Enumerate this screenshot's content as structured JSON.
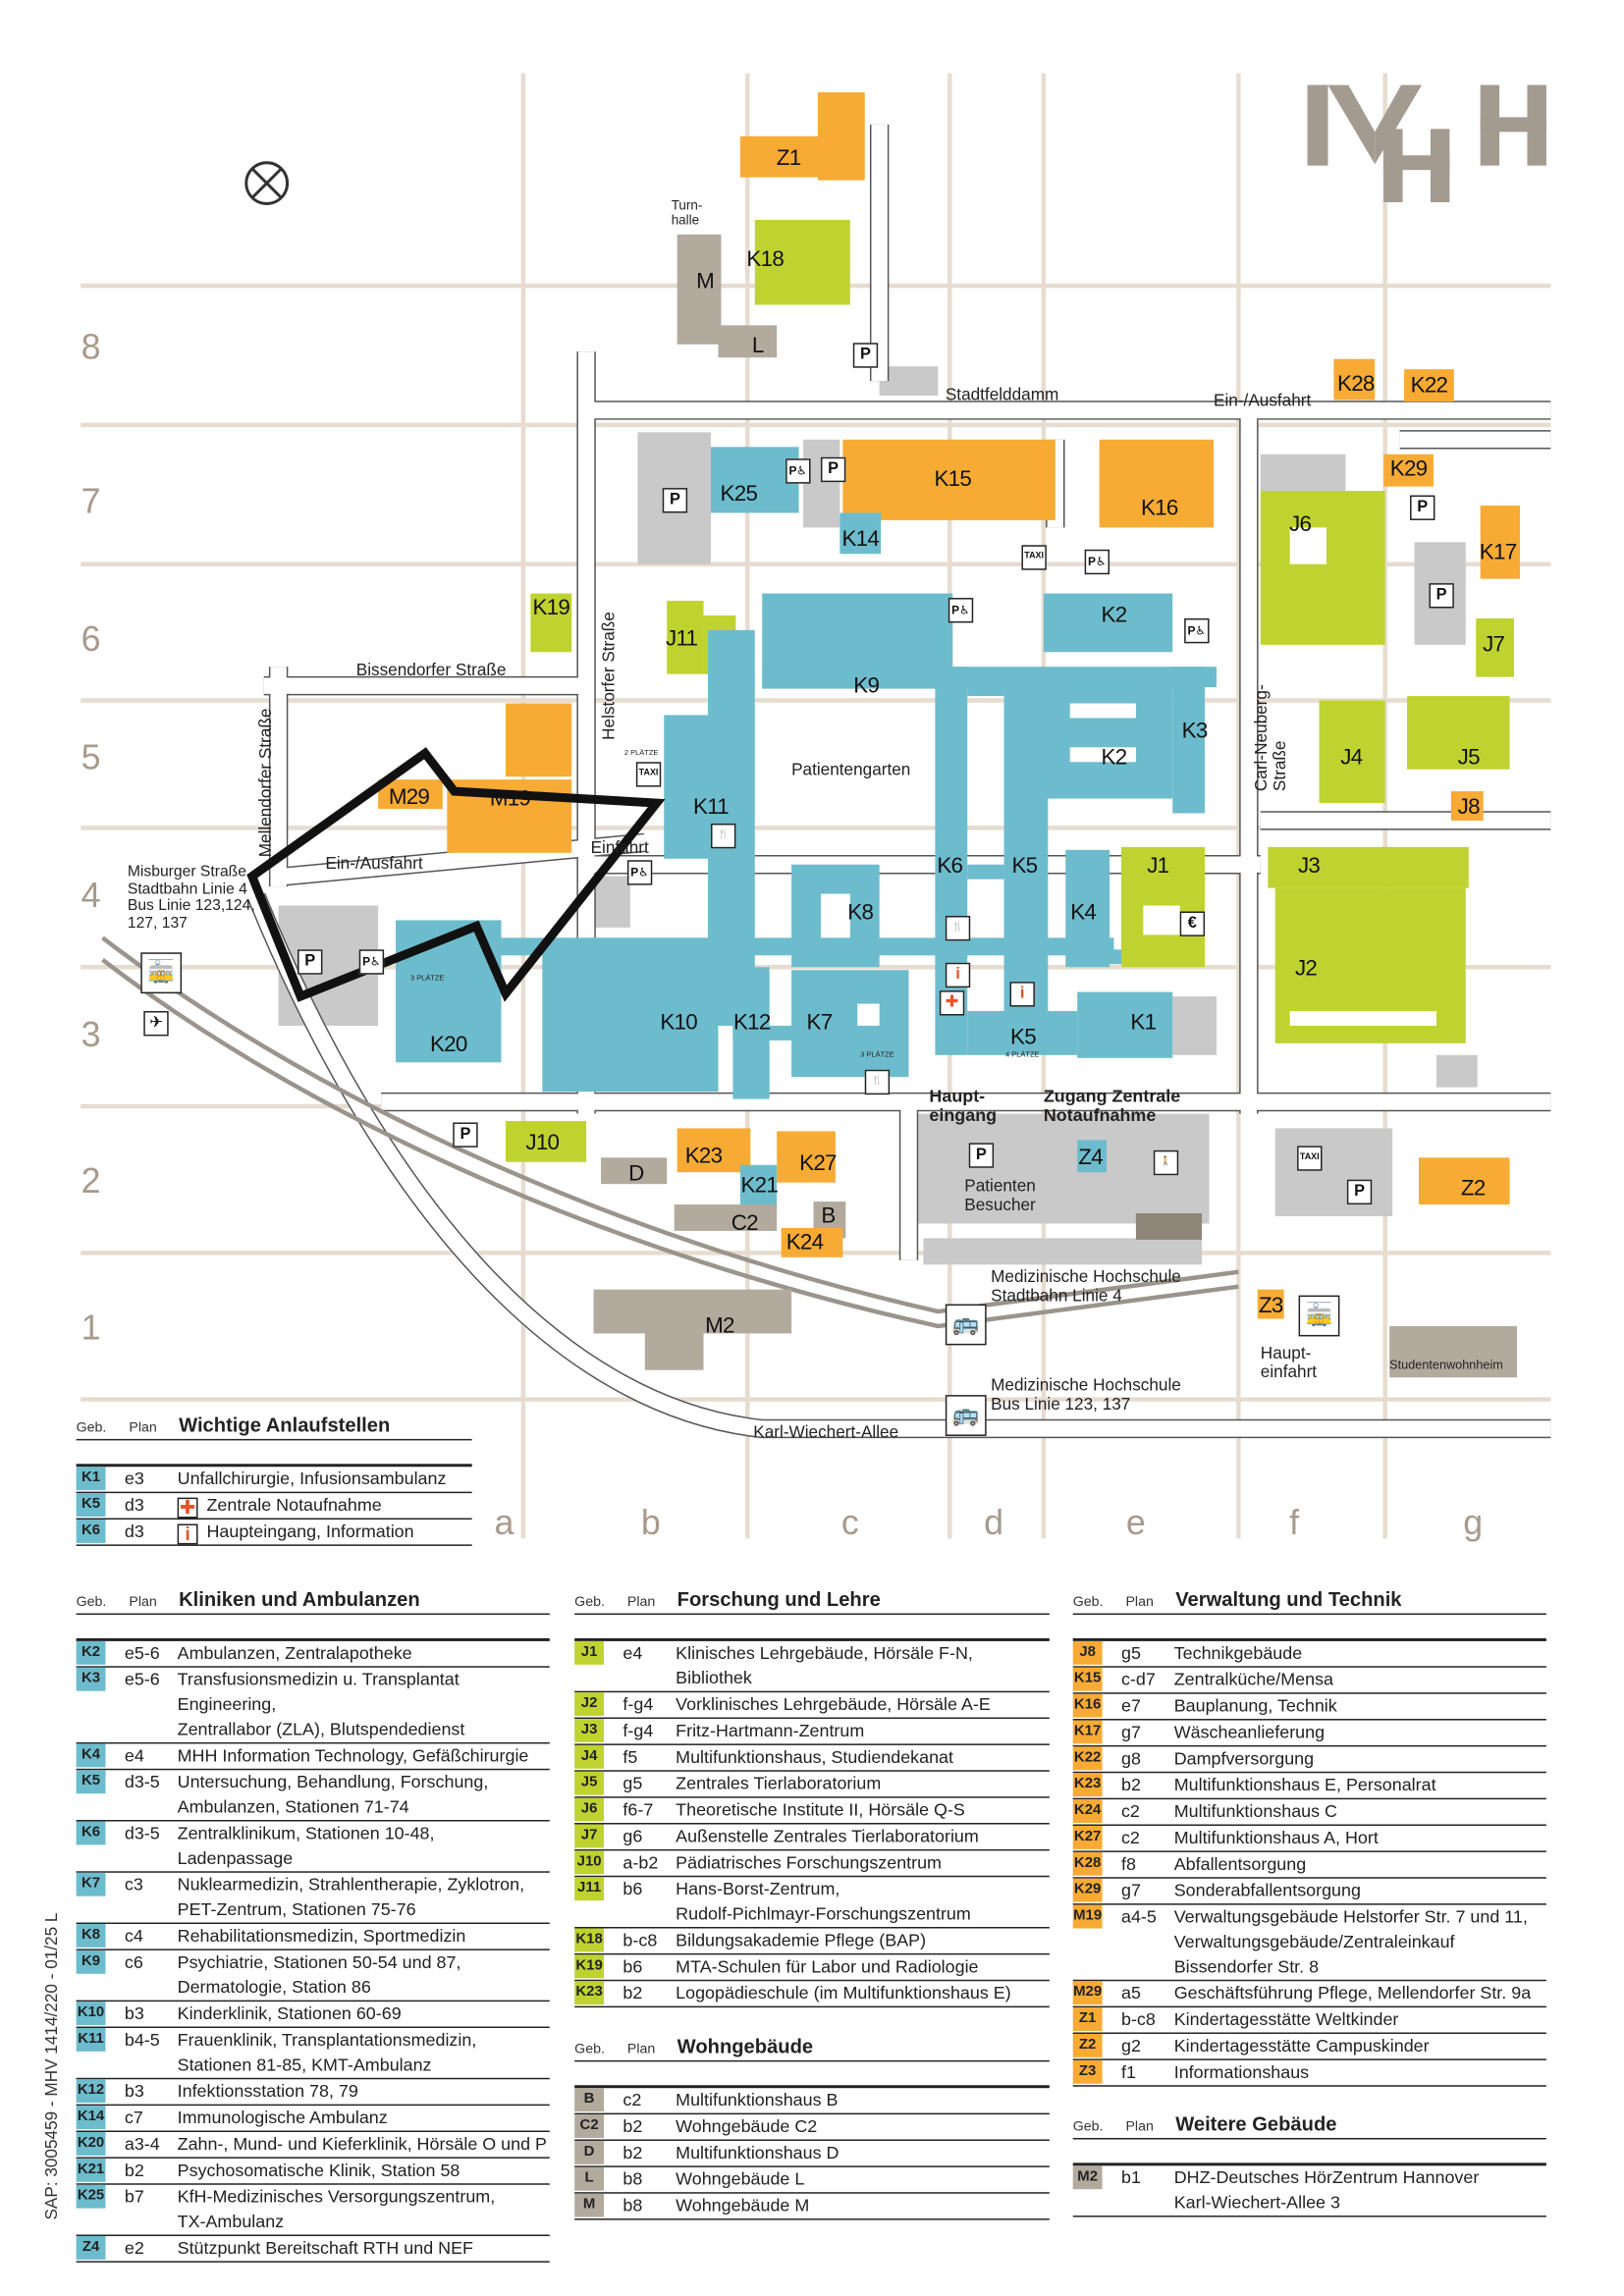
{
  "logo": "MHH",
  "side_code": "SAP: 3005459 - MHV 1414/220 - 01/25 L",
  "colors": {
    "klinik": "#6dbccd",
    "forschung": "#bfd330",
    "verwaltung": "#f7ab35",
    "wohnen": "#b3aa9e",
    "grau": "#c9c9c9",
    "grid": "#e6dccf",
    "red": "#e8532c"
  },
  "grid": {
    "rows": [
      "8",
      "7",
      "6",
      "5",
      "4",
      "3",
      "2",
      "1"
    ],
    "cols": [
      "a",
      "b",
      "c",
      "d",
      "e",
      "f",
      "g"
    ]
  },
  "streets": [
    "Stadtfelddamm",
    "Ein-/Ausfahrt",
    "Bissendorfer Straße",
    "Helstorfer Straße",
    "Mellendorfer Straße",
    "Carl-Neuberg-\nStraße",
    "Karl-Wiechert-Allee",
    "Ein-/Ausfahrt",
    "Einfahrt"
  ],
  "map_labels": [
    "Patientengarten",
    "Turn-\nhalle",
    "Haupt-\neingang",
    "Zugang Zentrale\nNotaufnahme",
    "Patienten\nBesucher",
    "Medizinische Hochschule\nStadtbahn Linie 4",
    "Medizinische Hochschule\nBus Linie 123, 137",
    "Misburger Straße\nStadtbahn Linie 4\nBus Linie 123,124,\n127, 137",
    "Haupt-\neinfahrt",
    "Studentenwohnheim",
    "2 PLÄTZE",
    "3 PLÄTZE",
    "4 PLÄTZE",
    "3 PLÄTZE"
  ],
  "buildings": [
    {
      "label": "Z1",
      "cat": "verwaltung"
    },
    {
      "label": "K18",
      "cat": "forschung"
    },
    {
      "label": "M",
      "cat": "wohnen"
    },
    {
      "label": "L",
      "cat": "wohnen"
    },
    {
      "label": "K28",
      "cat": "verwaltung"
    },
    {
      "label": "K22",
      "cat": "verwaltung"
    },
    {
      "label": "K25",
      "cat": "klinik"
    },
    {
      "label": "K15",
      "cat": "verwaltung"
    },
    {
      "label": "K14",
      "cat": "klinik"
    },
    {
      "label": "K16",
      "cat": "verwaltung"
    },
    {
      "label": "K29",
      "cat": "verwaltung"
    },
    {
      "label": "J6",
      "cat": "forschung"
    },
    {
      "label": "K17",
      "cat": "verwaltung"
    },
    {
      "label": "J7",
      "cat": "forschung"
    },
    {
      "label": "K19",
      "cat": "forschung"
    },
    {
      "label": "J11",
      "cat": "forschung"
    },
    {
      "label": "K2",
      "cat": "klinik"
    },
    {
      "label": "K9",
      "cat": "klinik"
    },
    {
      "label": "K3",
      "cat": "klinik"
    },
    {
      "label": "K2",
      "cat": "klinik"
    },
    {
      "label": "J4",
      "cat": "forschung"
    },
    {
      "label": "J5",
      "cat": "forschung"
    },
    {
      "label": "M19",
      "cat": "verwaltung"
    },
    {
      "label": "M29",
      "cat": "verwaltung"
    },
    {
      "label": "J8",
      "cat": "verwaltung"
    },
    {
      "label": "K11",
      "cat": "klinik"
    },
    {
      "label": "J1",
      "cat": "forschung"
    },
    {
      "label": "J3",
      "cat": "forschung"
    },
    {
      "label": "K6",
      "cat": "klinik"
    },
    {
      "label": "K5",
      "cat": "klinik"
    },
    {
      "label": "K4",
      "cat": "klinik"
    },
    {
      "label": "K8",
      "cat": "klinik"
    },
    {
      "label": "J2",
      "cat": "forschung"
    },
    {
      "label": "K20",
      "cat": "klinik"
    },
    {
      "label": "K10",
      "cat": "klinik"
    },
    {
      "label": "K12",
      "cat": "klinik"
    },
    {
      "label": "K7",
      "cat": "klinik"
    },
    {
      "label": "K5",
      "cat": "klinik"
    },
    {
      "label": "K1",
      "cat": "klinik"
    },
    {
      "label": "J10",
      "cat": "forschung"
    },
    {
      "label": "K23",
      "cat": "verwaltung"
    },
    {
      "label": "K27",
      "cat": "verwaltung"
    },
    {
      "label": "D",
      "cat": "wohnen"
    },
    {
      "label": "K21",
      "cat": "klinik"
    },
    {
      "label": "Z4",
      "cat": "klinik"
    },
    {
      "label": "C2",
      "cat": "wohnen"
    },
    {
      "label": "B",
      "cat": "wohnen"
    },
    {
      "label": "K24",
      "cat": "verwaltung"
    },
    {
      "label": "Z2",
      "cat": "verwaltung"
    },
    {
      "label": "Z3",
      "cat": "verwaltung"
    },
    {
      "label": "M2",
      "cat": "wohnen"
    }
  ],
  "icons": [
    {
      "name": "parking-icon",
      "glyph": "P"
    },
    {
      "name": "parking-icon",
      "glyph": "P"
    },
    {
      "name": "parking-icon",
      "glyph": "P"
    },
    {
      "name": "parking-icon",
      "glyph": "P"
    },
    {
      "name": "parking-icon",
      "glyph": "P"
    },
    {
      "name": "parking-icon",
      "glyph": "P"
    },
    {
      "name": "parking-icon",
      "glyph": "P"
    },
    {
      "name": "parking-icon",
      "glyph": "P"
    },
    {
      "name": "parking-icon",
      "glyph": "P"
    },
    {
      "name": "disabled-parking-icon",
      "glyph": "P♿"
    },
    {
      "name": "disabled-parking-icon",
      "glyph": "P♿"
    },
    {
      "name": "disabled-parking-icon",
      "glyph": "P♿"
    },
    {
      "name": "disabled-parking-icon",
      "glyph": "P♿"
    },
    {
      "name": "disabled-parking-icon",
      "glyph": "P♿"
    },
    {
      "name": "disabled-parking-icon",
      "glyph": "P♿"
    },
    {
      "name": "taxi-icon",
      "glyph": "TAXI"
    },
    {
      "name": "taxi-icon",
      "glyph": "TAXI"
    },
    {
      "name": "taxi-icon",
      "glyph": "TAXI"
    },
    {
      "name": "restaurant-icon",
      "glyph": "🍴"
    },
    {
      "name": "restaurant-icon",
      "glyph": "🍴"
    },
    {
      "name": "restaurant-icon",
      "glyph": "🍴"
    },
    {
      "name": "euro-icon",
      "glyph": "€"
    },
    {
      "name": "info-icon",
      "glyph": "i"
    },
    {
      "name": "emergency-cross-icon",
      "glyph": "✚"
    },
    {
      "name": "info-icon",
      "glyph": "i"
    },
    {
      "name": "tram-icon",
      "glyph": "🚋"
    },
    {
      "name": "bus-icon",
      "glyph": "🚌"
    },
    {
      "name": "tram-icon",
      "glyph": "🚋"
    },
    {
      "name": "bus-icon",
      "glyph": "🚌"
    },
    {
      "name": "helicopter-icon",
      "glyph": "✈"
    },
    {
      "name": "pedestrian-icon",
      "glyph": "🚶"
    }
  ],
  "legend": {
    "wichtige": {
      "geb": "Geb.",
      "plan": "Plan",
      "title": "Wichtige Anlaufstellen",
      "rows": [
        {
          "geb": "K1",
          "plan": "e3",
          "text": "Unfallchirurgie, Infusionsambulanz"
        },
        {
          "geb": "K5",
          "plan": "d3",
          "text": "Zentrale Notaufnahme",
          "icon": "✚"
        },
        {
          "geb": "K6",
          "plan": "d3",
          "text": "Haupteingang, Information",
          "icon": "i"
        }
      ]
    },
    "kliniken": {
      "geb": "Geb.",
      "plan": "Plan",
      "title": "Kliniken und Ambulanzen",
      "cat": "klinik",
      "rows": [
        {
          "geb": "K2",
          "plan": "e5-6",
          "text": "Ambulanzen, Zentralapotheke"
        },
        {
          "geb": "K3",
          "plan": "e5-6",
          "text": "Transfusionsmedizin u. Transplantat Engineering,\nZentrallabor (ZLA), Blutspendedienst"
        },
        {
          "geb": "K4",
          "plan": "e4",
          "text": "MHH Information Technology, Gefäßchirurgie"
        },
        {
          "geb": "K5",
          "plan": "d3-5",
          "text": "Untersuchung, Behandlung, Forschung,\nAmbulanzen, Stationen 71-74"
        },
        {
          "geb": "K6",
          "plan": "d3-5",
          "text": "Zentralklinikum, Stationen 10-48, Ladenpassage"
        },
        {
          "geb": "K7",
          "plan": "c3",
          "text": "Nuklearmedizin, Strahlentherapie, Zyklotron,\nPET-Zentrum, Stationen 75-76"
        },
        {
          "geb": "K8",
          "plan": "c4",
          "text": "Rehabilitationsmedizin, Sportmedizin"
        },
        {
          "geb": "K9",
          "plan": "c6",
          "text": "Psychiatrie, Stationen 50-54 und 87,\nDermatologie, Station 86"
        },
        {
          "geb": "K10",
          "plan": "b3",
          "text": "Kinderklinik, Stationen 60-69"
        },
        {
          "geb": "K11",
          "plan": "b4-5",
          "text": "Frauenklinik, Transplantationsmedizin,\nStationen 81-85, KMT-Ambulanz"
        },
        {
          "geb": "K12",
          "plan": "b3",
          "text": "Infektionsstation 78, 79"
        },
        {
          "geb": "K14",
          "plan": "c7",
          "text": "Immunologische Ambulanz"
        },
        {
          "geb": "K20",
          "plan": "a3-4",
          "text": "Zahn-, Mund- und Kieferklinik, Hörsäle O und P"
        },
        {
          "geb": "K21",
          "plan": "b2",
          "text": "Psychosomatische Klinik, Station 58"
        },
        {
          "geb": "K25",
          "plan": "b7",
          "text": "KfH-Medizinisches Versorgungszentrum,\nTX-Ambulanz"
        },
        {
          "geb": "Z4",
          "plan": "e2",
          "text": "Stützpunkt Bereitschaft RTH und NEF"
        }
      ]
    },
    "forschung": {
      "geb": "Geb.",
      "plan": "Plan",
      "title": "Forschung und Lehre",
      "cat": "forschung",
      "rows": [
        {
          "geb": "J1",
          "plan": "e4",
          "text": "Klinisches Lehrgebäude, Hörsäle F-N, Bibliothek"
        },
        {
          "geb": "J2",
          "plan": "f-g4",
          "text": "Vorklinisches Lehrgebäude, Hörsäle A-E"
        },
        {
          "geb": "J3",
          "plan": "f-g4",
          "text": "Fritz-Hartmann-Zentrum"
        },
        {
          "geb": "J4",
          "plan": "f5",
          "text": "Multifunktionshaus, Studiendekanat"
        },
        {
          "geb": "J5",
          "plan": "g5",
          "text": "Zentrales Tierlaboratorium"
        },
        {
          "geb": "J6",
          "plan": "f6-7",
          "text": "Theoretische Institute II, Hörsäle Q-S"
        },
        {
          "geb": "J7",
          "plan": "g6",
          "text": "Außenstelle Zentrales Tierlaboratorium"
        },
        {
          "geb": "J10",
          "plan": "a-b2",
          "text": "Pädiatrisches Forschungszentrum"
        },
        {
          "geb": "J11",
          "plan": "b6",
          "text": "Hans-Borst-Zentrum,\nRudolf-Pichlmayr-Forschungszentrum"
        },
        {
          "geb": "K18",
          "plan": "b-c8",
          "text": "Bildungsakademie Pflege (BAP)"
        },
        {
          "geb": "K19",
          "plan": "b6",
          "text": "MTA-Schulen für Labor und Radiologie"
        },
        {
          "geb": "K23",
          "plan": "b2",
          "text": "Logopädieschule (im Multifunktionshaus E)"
        }
      ]
    },
    "wohn": {
      "geb": "Geb.",
      "plan": "Plan",
      "title": "Wohngebäude",
      "cat": "wohnen",
      "rows": [
        {
          "geb": "B",
          "plan": "c2",
          "text": "Multifunktionshaus B"
        },
        {
          "geb": "C2",
          "plan": "b2",
          "text": "Wohngebäude C2"
        },
        {
          "geb": "D",
          "plan": "b2",
          "text": "Multifunktionshaus D"
        },
        {
          "geb": "L",
          "plan": "b8",
          "text": "Wohngebäude L"
        },
        {
          "geb": "M",
          "plan": "b8",
          "text": "Wohngebäude M"
        }
      ]
    },
    "verwaltung": {
      "geb": "Geb.",
      "plan": "Plan",
      "title": "Verwaltung und Technik",
      "cat": "verwaltung",
      "rows": [
        {
          "geb": "J8",
          "plan": "g5",
          "text": "Technikgebäude"
        },
        {
          "geb": "K15",
          "plan": "c-d7",
          "text": "Zentralküche/Mensa"
        },
        {
          "geb": "K16",
          "plan": "e7",
          "text": "Bauplanung, Technik"
        },
        {
          "geb": "K17",
          "plan": "g7",
          "text": "Wäscheanlieferung"
        },
        {
          "geb": "K22",
          "plan": "g8",
          "text": "Dampfversorgung"
        },
        {
          "geb": "K23",
          "plan": "b2",
          "text": "Multifunktionshaus E, Personalrat"
        },
        {
          "geb": "K24",
          "plan": "c2",
          "text": "Multifunktionshaus C"
        },
        {
          "geb": "K27",
          "plan": "c2",
          "text": "Multifunktionshaus A, Hort"
        },
        {
          "geb": "K28",
          "plan": "f8",
          "text": "Abfallentsorgung"
        },
        {
          "geb": "K29",
          "plan": "g7",
          "text": "Sonderabfallentsorgung"
        },
        {
          "geb": "M19",
          "plan": "a4-5",
          "text": "Verwaltungsgebäude Helstorfer Str. 7 und 11,\nVerwaltungsgebäude/Zentraleinkauf\nBissendorfer Str. 8"
        },
        {
          "geb": "M29",
          "plan": "a5",
          "text": "Geschäftsführung Pflege, Mellendorfer Str. 9a"
        },
        {
          "geb": "Z1",
          "plan": "b-c8",
          "text": "Kindertagesstätte Weltkinder"
        },
        {
          "geb": "Z2",
          "plan": "g2",
          "text": "Kindertagesstätte Campuskinder"
        },
        {
          "geb": "Z3",
          "plan": "f1",
          "text": "Informationshaus"
        }
      ]
    },
    "weitere": {
      "geb": "Geb.",
      "plan": "Plan",
      "title": "Weitere Gebäude",
      "cat": "wohnen",
      "rows": [
        {
          "geb": "M2",
          "plan": "b1",
          "text": "DHZ-Deutsches HörZentrum Hannover\nKarl-Wiechert-Allee 3"
        }
      ]
    }
  }
}
